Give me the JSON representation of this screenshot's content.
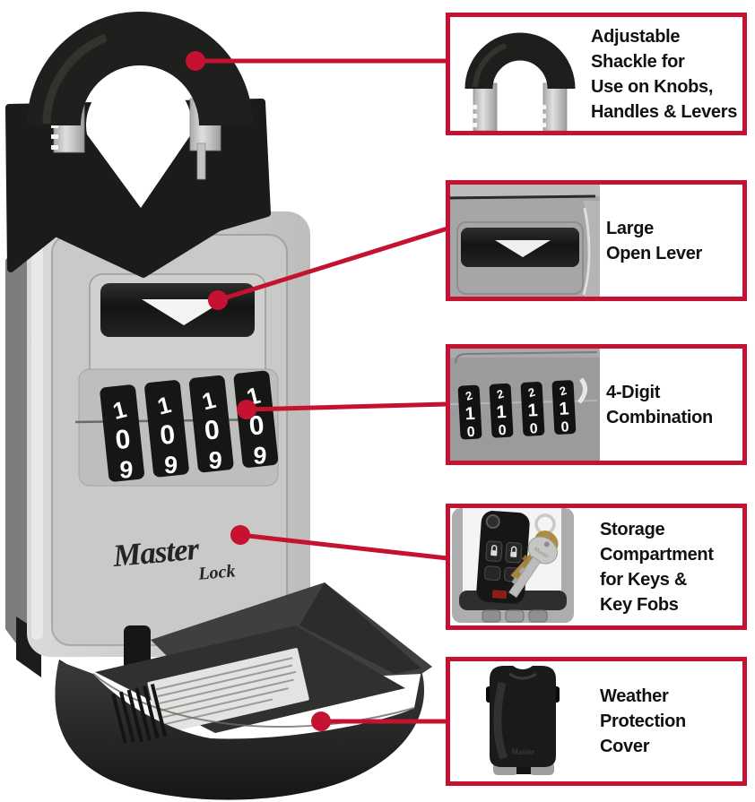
{
  "colors": {
    "accent_red": "#C41230",
    "text_black": "#111111",
    "body_gray": "#c9c9c7",
    "shackle_black": "#1f1f1d",
    "metal_gray": "#bcbcba"
  },
  "brand": {
    "master": "Master",
    "lock": "Lock"
  },
  "main_product": {
    "name": "Master Lock portable key lock box with shackle and open weather cover",
    "dial_count": 4,
    "dial_digits": [
      "1",
      "0",
      "9"
    ]
  },
  "callouts": [
    {
      "id": "shackle",
      "lines": [
        "Adjustable",
        "Shackle for",
        "Use on Knobs,",
        "Handles & Levers"
      ]
    },
    {
      "id": "lever",
      "lines": [
        "Large",
        "Open Lever"
      ]
    },
    {
      "id": "combination",
      "lines": [
        "4-Digit",
        "Combination"
      ],
      "detail_dial_digits": [
        "2",
        "1",
        "0"
      ]
    },
    {
      "id": "storage",
      "lines": [
        "Storage",
        "Compartment",
        "for Keys &",
        "Key Fobs"
      ]
    },
    {
      "id": "cover",
      "lines": [
        "Weather",
        "Protection",
        "Cover"
      ]
    }
  ]
}
